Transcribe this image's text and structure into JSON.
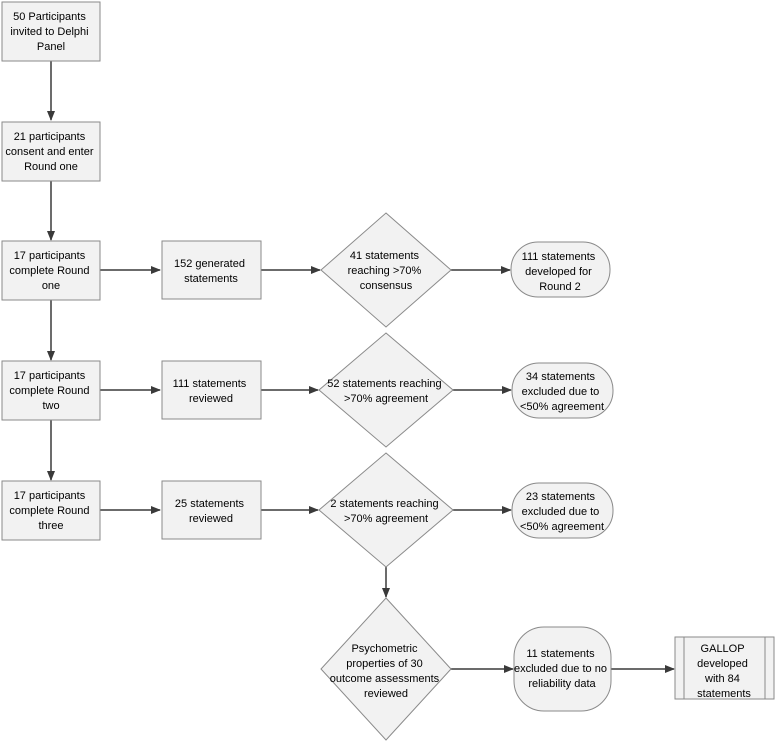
{
  "colors": {
    "box_fill": "#f2f2f2",
    "box_stroke": "#8a8a8a",
    "arrow": "#3a3a3a",
    "text": "#000000"
  },
  "nodes": {
    "invited": [
      "50 Participants",
      "invited to Delphi",
      "Panel"
    ],
    "consent": [
      "21 participants",
      "consent and enter",
      "Round one"
    ],
    "r1_complete": [
      "17 participants",
      "complete Round",
      "one"
    ],
    "r2_complete": [
      "17 participants",
      "complete Round",
      "two"
    ],
    "r3_complete": [
      "17 participants",
      "complete Round",
      "three"
    ],
    "generated": [
      "152 generated",
      "statements"
    ],
    "reviewed_111": [
      "111 statements",
      "reviewed"
    ],
    "reviewed_25": [
      "25 statements",
      "reviewed"
    ],
    "consensus_41": [
      "41 statements",
      "reaching >70%",
      "consensus"
    ],
    "agreement_52": [
      "52 statements reaching",
      ">70% agreement"
    ],
    "agreement_2": [
      "2 statements reaching",
      ">70% agreement"
    ],
    "psychometric": [
      "Psychometric",
      "properties of 30",
      "outcome assessments",
      "reviewed"
    ],
    "developed_111": [
      "111 statements",
      "developed for",
      "Round 2"
    ],
    "excluded_34": [
      "34 statements",
      "excluded due to",
      "<50% agreement"
    ],
    "excluded_23": [
      "23 statements",
      "excluded due to",
      "<50% agreement"
    ],
    "excluded_11": [
      "11 statements",
      "excluded due to no",
      "reliability data"
    ],
    "gallop": [
      "GALLOP",
      "developed",
      "with 84",
      "statements"
    ]
  }
}
